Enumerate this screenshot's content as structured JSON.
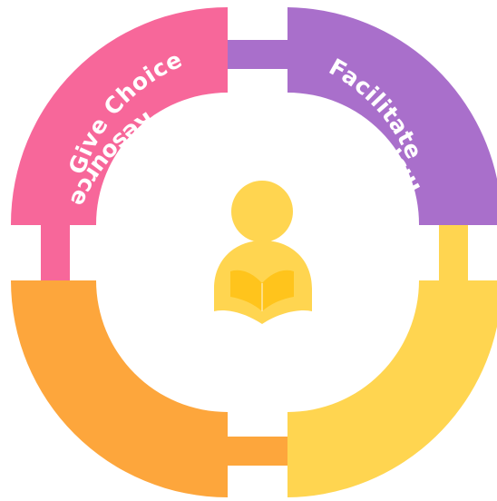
{
  "diagram": {
    "segments": [
      {
        "id": "give-choice",
        "label": "Give Choice",
        "color": "#F7679A"
      },
      {
        "id": "facilitate",
        "label": "Facilitate",
        "color": "#A96FCB"
      },
      {
        "id": "inspire",
        "label": "Inspire",
        "color": "#FFD550"
      },
      {
        "id": "resource",
        "label": "Resource",
        "color": "#FDA63C"
      }
    ],
    "center_icon": {
      "name": "reader-icon",
      "color": "#FFD550",
      "book_color": "#FFC41C"
    }
  }
}
